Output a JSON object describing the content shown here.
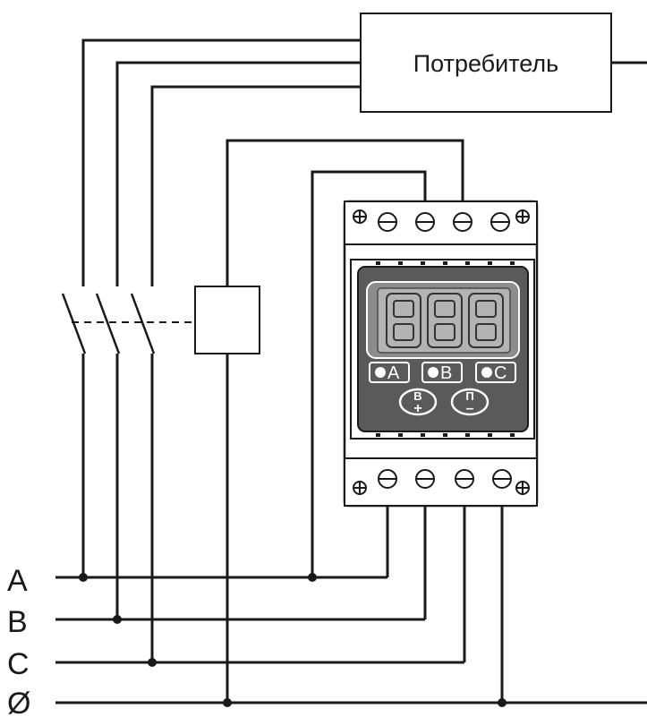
{
  "consumer": {
    "label": "Потребитель"
  },
  "phases": [
    {
      "id": "a",
      "label": "A"
    },
    {
      "id": "b",
      "label": "B"
    },
    {
      "id": "c",
      "label": "C"
    },
    {
      "id": "n",
      "label": "Ø"
    }
  ],
  "device": {
    "display_digits": "888",
    "indicators": [
      {
        "id": "a",
        "dot": "●",
        "label": "A"
      },
      {
        "id": "b",
        "dot": "●",
        "label": "B"
      },
      {
        "id": "c",
        "dot": "●",
        "label": "C"
      }
    ],
    "buttons": [
      {
        "id": "up",
        "top": "В",
        "bottom": "+"
      },
      {
        "id": "prog",
        "top": "П",
        "bottom": "–"
      }
    ]
  },
  "colors": {
    "line": "#1a1a1a",
    "panel_dark": "#5a5a5a",
    "display_bg": "#b3b3b3"
  }
}
